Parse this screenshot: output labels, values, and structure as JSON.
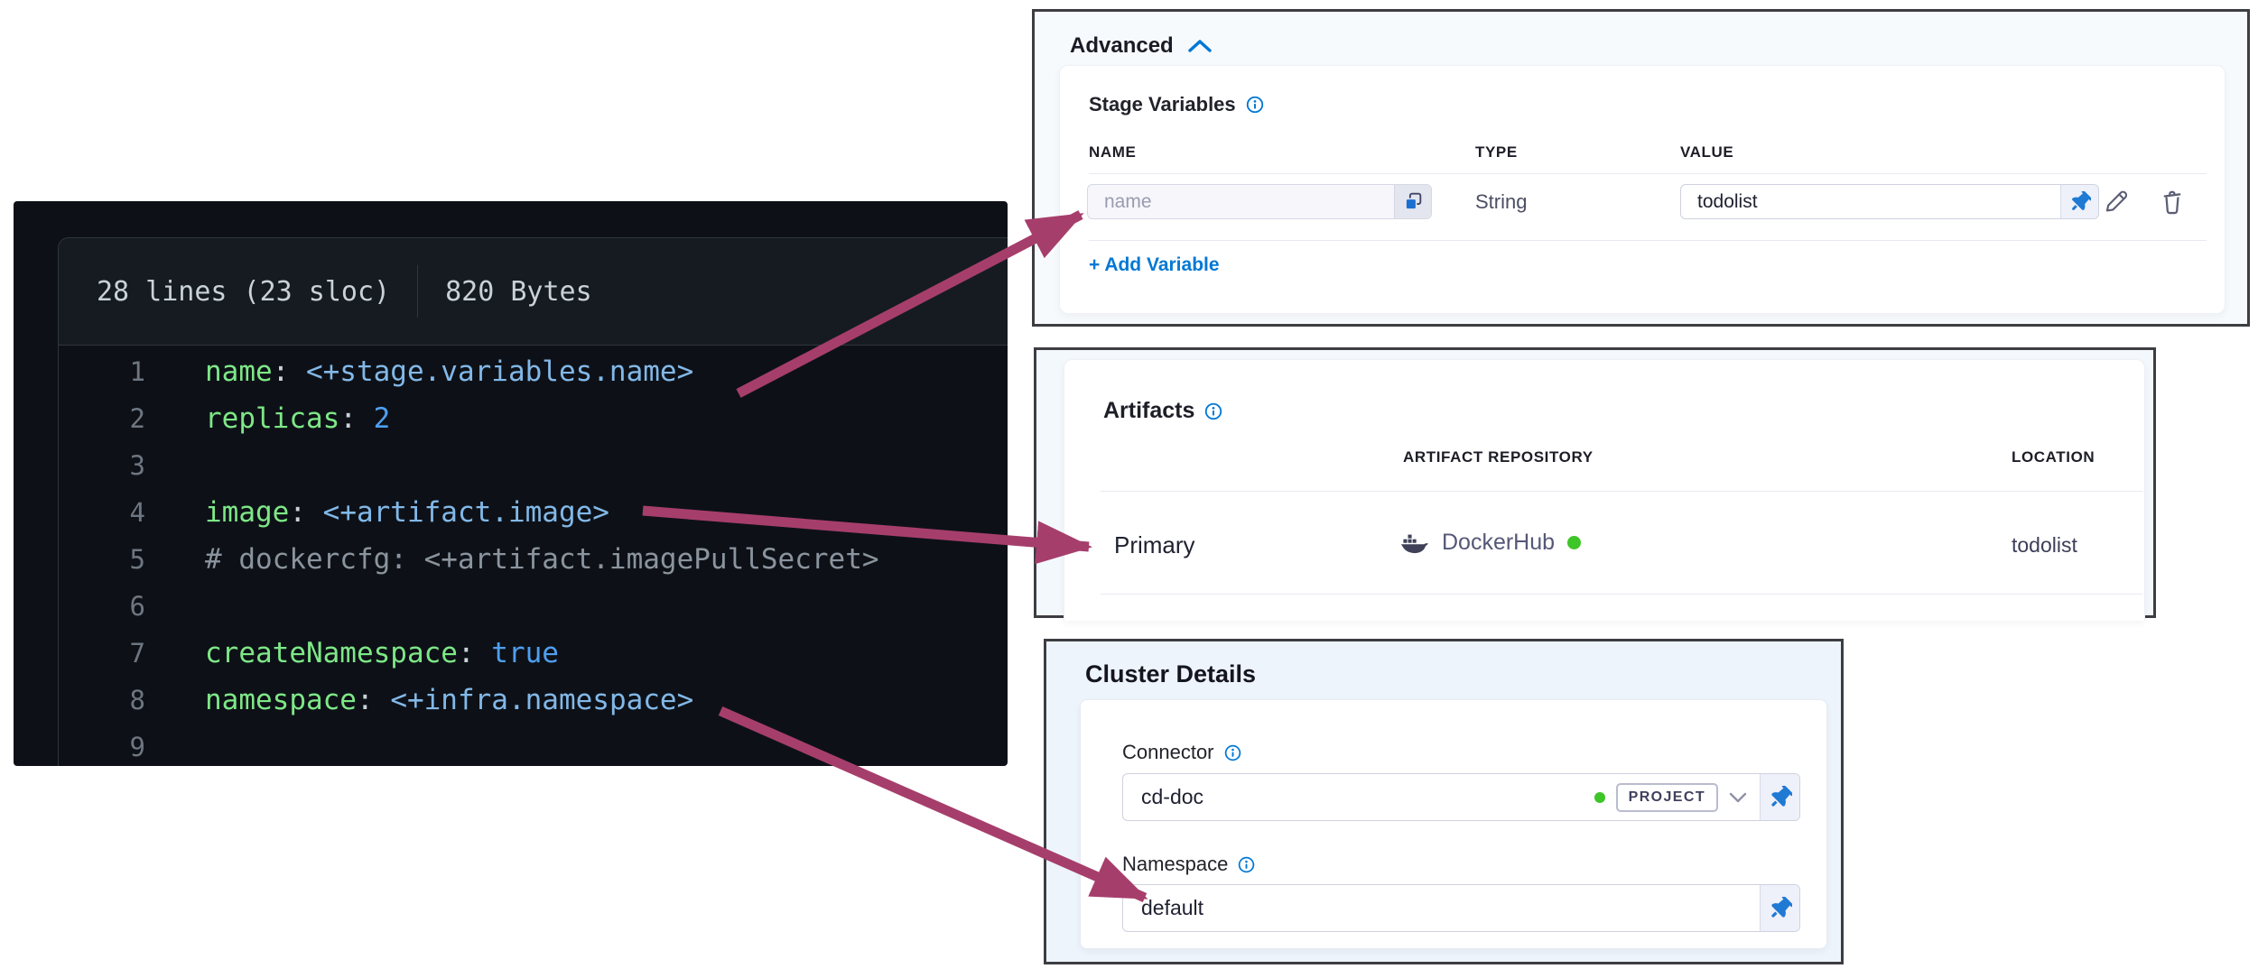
{
  "colors": {
    "accent_blue": "#0278d5",
    "arrow_magenta": "#a63e6c",
    "status_green": "#3ec528",
    "code_bg": "#0d1117",
    "code_header_bg": "#161b22",
    "code_key_green": "#7ee787",
    "code_expr_blue": "#82b8e8",
    "code_const_blue": "#4f9ff0",
    "code_comment_gray": "#8b949e"
  },
  "code_viewer": {
    "meta": {
      "lines_info": "28 lines (23 sloc)",
      "size_info": "820 Bytes"
    },
    "lines": [
      {
        "num": "1",
        "segments": [
          {
            "t": "name",
            "c": "key"
          },
          {
            "t": ": ",
            "c": "punc"
          },
          {
            "t": "<+stage.variables.name>",
            "c": "expr"
          }
        ]
      },
      {
        "num": "2",
        "segments": [
          {
            "t": "replicas",
            "c": "key"
          },
          {
            "t": ": ",
            "c": "punc"
          },
          {
            "t": "2",
            "c": "const"
          }
        ]
      },
      {
        "num": "3",
        "segments": []
      },
      {
        "num": "4",
        "segments": [
          {
            "t": "image",
            "c": "key"
          },
          {
            "t": ": ",
            "c": "punc"
          },
          {
            "t": "<+artifact.image>",
            "c": "expr"
          }
        ]
      },
      {
        "num": "5",
        "segments": [
          {
            "t": "# dockercfg: <+artifact.imagePullSecret>",
            "c": "comment"
          }
        ]
      },
      {
        "num": "6",
        "segments": []
      },
      {
        "num": "7",
        "segments": [
          {
            "t": "createNamespace",
            "c": "key"
          },
          {
            "t": ": ",
            "c": "punc"
          },
          {
            "t": "true",
            "c": "const"
          }
        ]
      },
      {
        "num": "8",
        "segments": [
          {
            "t": "namespace",
            "c": "key"
          },
          {
            "t": ": ",
            "c": "punc"
          },
          {
            "t": "<+infra.namespace>",
            "c": "expr"
          }
        ]
      },
      {
        "num": "9",
        "segments": []
      }
    ]
  },
  "advanced_panel": {
    "title": "Advanced",
    "section_title": "Stage Variables",
    "columns": [
      "NAME",
      "TYPE",
      "VALUE"
    ],
    "row": {
      "name_placeholder": "name",
      "type": "String",
      "value": "todolist"
    },
    "add_variable_label": "+ Add Variable"
  },
  "artifacts_panel": {
    "title": "Artifacts",
    "columns": [
      "ARTIFACT REPOSITORY",
      "LOCATION"
    ],
    "row": {
      "label": "Primary",
      "repository": "DockerHub",
      "location": "todolist"
    }
  },
  "cluster_panel": {
    "title": "Cluster Details",
    "connector": {
      "label": "Connector",
      "value": "cd-doc",
      "scope_badge": "PROJECT"
    },
    "namespace": {
      "label": "Namespace",
      "value": "default"
    }
  }
}
